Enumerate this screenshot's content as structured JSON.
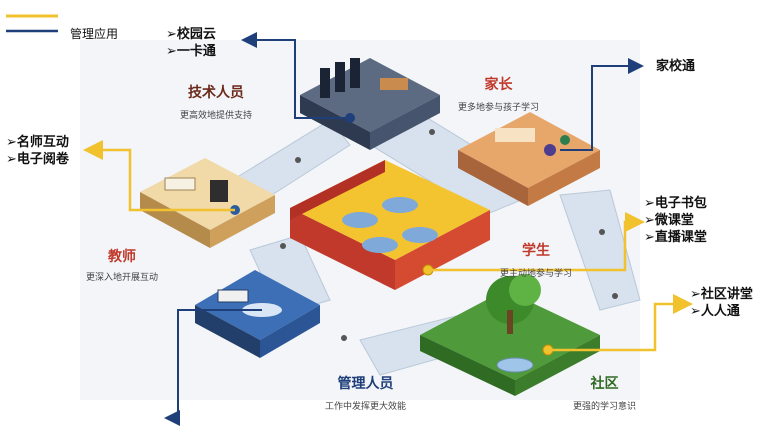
{
  "legend": {
    "line_label": "管理应用",
    "app_color": "#f2c12e",
    "manage_color": "#1f3f7a"
  },
  "links": {
    "tech": [
      "➢校园云",
      "➢一卡通"
    ],
    "parent": [
      "家校通"
    ],
    "teacher": [
      "➢名师互动",
      "➢电子阅卷"
    ],
    "student": [
      "➢电子书包",
      "➢微课堂",
      "➢直播课堂"
    ],
    "community": [
      "➢社区讲堂",
      "➢人人通"
    ]
  },
  "roles": {
    "tech": {
      "title": "技术人员",
      "subtitle": "更高效地提供支持"
    },
    "parent": {
      "title": "家长",
      "subtitle": "更多地参与孩子学习"
    },
    "teacher": {
      "title": "教师",
      "subtitle": "更深入地开展互动"
    },
    "student": {
      "title": "学生",
      "subtitle": "更主动地参与学习"
    },
    "admin": {
      "title": "管理人员",
      "subtitle": "工作中发挥更大效能"
    },
    "community": {
      "title": "社区",
      "subtitle": "更强的学习意识"
    }
  },
  "colors": {
    "accent_red": "#c0392b",
    "walkway": "#d7e2ee",
    "tech_room": "#3b4a63",
    "parent_room": "#e8a76a",
    "teacher_room": "#f1d9a8",
    "student_room": "#f4c430",
    "admin_room": "#3d6fb6",
    "community_room": "#4f9a3a"
  }
}
